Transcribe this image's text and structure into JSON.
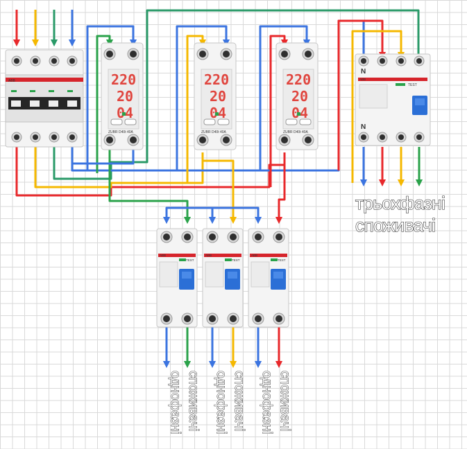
{
  "colors": {
    "phase_l1": "#e8282b",
    "phase_l2": "#f5b800",
    "phase_l3": "#2a9a68",
    "neutral": "#3b74e0",
    "green_wire": "#2aa24a"
  },
  "main_breaker": {
    "brand": "ABB",
    "poles": 4
  },
  "voltage_relays": [
    {
      "voltage": "220",
      "current": "20",
      "power": "04",
      "brand": "ZUBR",
      "model": "D40t",
      "amps": "40A"
    },
    {
      "voltage": "220",
      "current": "20",
      "power": "04",
      "brand": "ZUBR",
      "model": "D40t",
      "amps": "40A"
    },
    {
      "voltage": "220",
      "current": "20",
      "power": "04",
      "brand": "ZUBR",
      "model": "D40t",
      "amps": "40A"
    }
  ],
  "rcd_3phase": {
    "brand": "ABB",
    "test_label": "TEST",
    "n_label_top": "N",
    "n_label_bottom": "N"
  },
  "rcd_1phase": [
    {
      "brand": "ABB",
      "test_label": "TEST"
    },
    {
      "brand": "ABB",
      "test_label": "TEST"
    },
    {
      "brand": "ABB",
      "test_label": "TEST"
    }
  ],
  "labels": {
    "three_phase_consumers_line1": "трьохфазні",
    "three_phase_consumers_line2": "споживачі",
    "single_phase_consumers_line1": "однофазні",
    "single_phase_consumers_line2": "споживачі"
  }
}
